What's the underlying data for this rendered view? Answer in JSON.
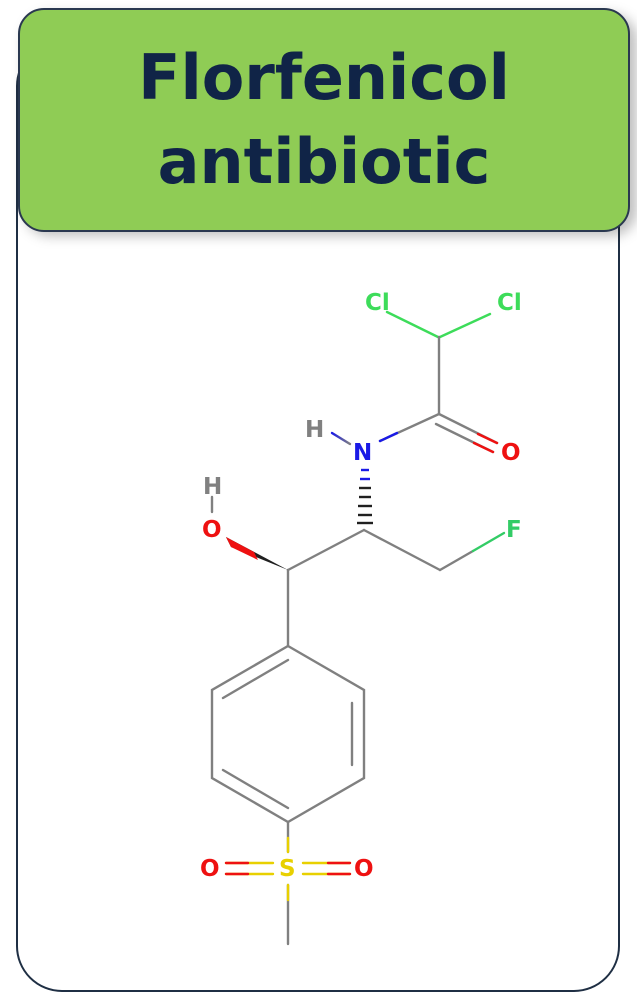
{
  "header": {
    "title_line1": "Florfenicol",
    "title_line2": "antibiotic"
  },
  "molecule": {
    "atoms": {
      "cl_left": "Cl",
      "cl_right": "Cl",
      "h_amide": "H",
      "n_amide": "N",
      "o_carbonyl": "O",
      "h_hydroxyl": "H",
      "o_hydroxyl": "O",
      "f": "F",
      "s": "S",
      "o_sulfonyl_left": "O",
      "o_sulfonyl_right": "O"
    }
  },
  "colors": {
    "header_fill": "#8fcc55",
    "header_text": "#102447",
    "chlorine": "#3ddc5a",
    "nitrogen": "#1a1ae6",
    "oxygen": "#ee1111",
    "fluorine": "#33cc66",
    "sulfur": "#e8d000",
    "carbon_bond": "#808080"
  }
}
